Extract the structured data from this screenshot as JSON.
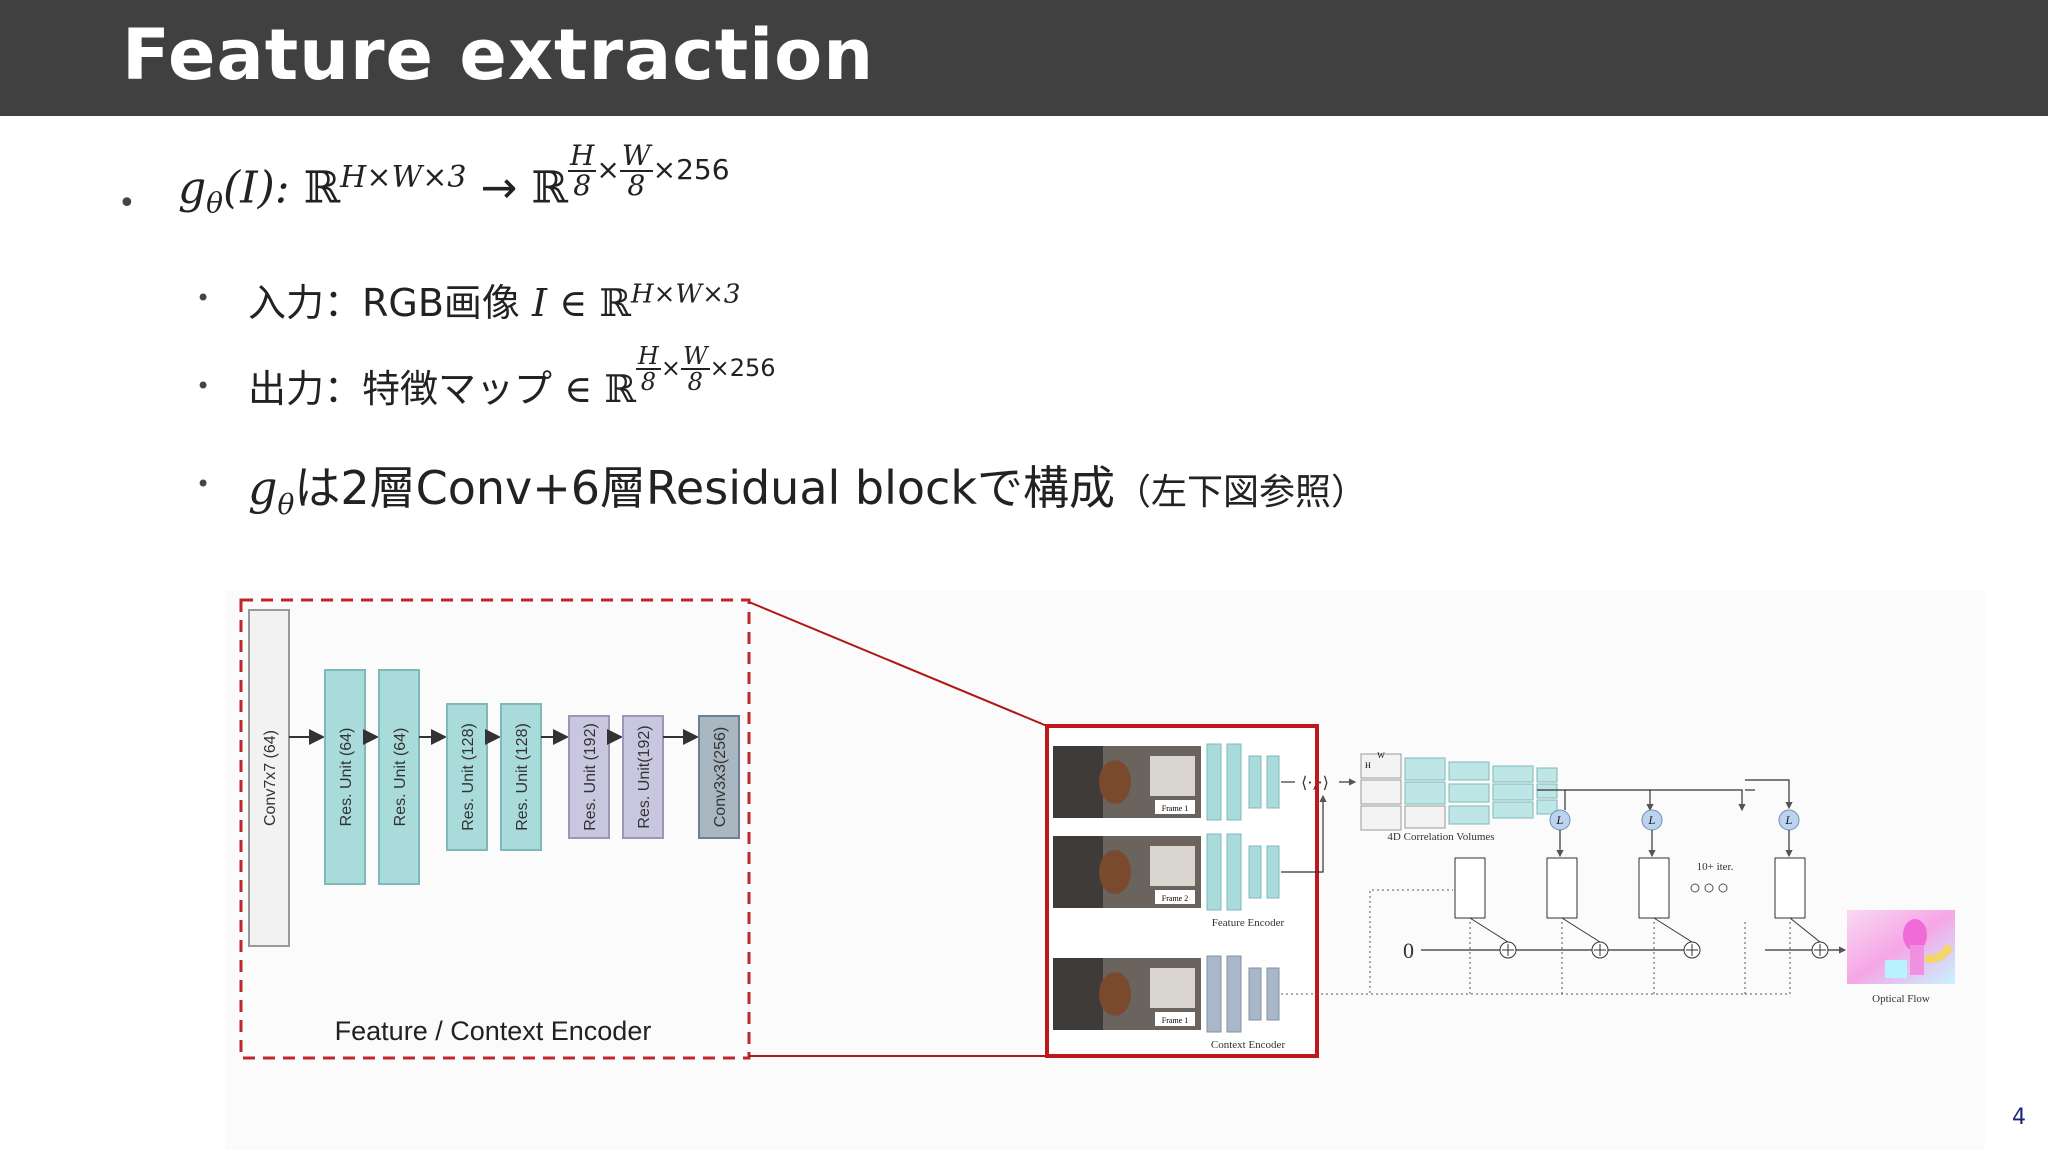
{
  "slide": {
    "title": "Feature extraction",
    "page_number": "4"
  },
  "bullets": {
    "main": {
      "fn": "g",
      "fn_sub": "θ",
      "arg": "(I):",
      "domain": "ℝ",
      "domain_sup": "H×W×3",
      "arrow": "→",
      "codomain": "ℝ",
      "frac1_num": "H",
      "frac1_den": "8",
      "times": "×",
      "frac2_num": "W",
      "frac2_den": "8",
      "tail": "×256"
    },
    "input": {
      "label": "入力：RGB画像",
      "var": "I",
      "elem": "∈ ℝ",
      "sup": "H×W×3"
    },
    "output": {
      "label": "出力：特徴マップ",
      "elem": "∈ ℝ",
      "frac1_num": "H",
      "frac1_den": "8",
      "times": "×",
      "frac2_num": "W",
      "frac2_den": "8",
      "tail": "×256"
    },
    "composition": {
      "fn": "g",
      "fn_sub": "θ",
      "text": "は2層Conv+6層Residual blockで構成",
      "note": "（左下図参照）"
    }
  },
  "encoder_diagram": {
    "caption": "Feature / Context Encoder",
    "layers": [
      {
        "label": "Conv7x7 (64)",
        "color": "#f2f2f2"
      },
      {
        "label": "Res. Unit (64)",
        "color": "#a9dbdb"
      },
      {
        "label": "Res. Unit (64)",
        "color": "#a9dbdb"
      },
      {
        "label": "Res. Unit (128)",
        "color": "#a9dbdb"
      },
      {
        "label": "Res. Unit (128)",
        "color": "#a9dbdb"
      },
      {
        "label": "Res. Unit (192)",
        "color": "#c9c7e0"
      },
      {
        "label": "Res. Unit(192)",
        "color": "#c9c7e0"
      },
      {
        "label": "Conv3x3(256)",
        "color": "#a9b7c2"
      }
    ]
  },
  "raft_diagram": {
    "frame1": "Frame 1",
    "frame2": "Frame 2",
    "frame1b": "Frame 1",
    "feature_encoder": "Feature Encoder",
    "context_encoder": "Context Encoder",
    "dot_product": "⟨·,·⟩",
    "corr_label": "4D Correlation Volumes",
    "l_label": "L",
    "iter_label": "10+ iter.",
    "zero_label": "0",
    "optical_flow": "Optical Flow",
    "w_label": "W",
    "h_label": "H"
  },
  "colors": {
    "title_bg": "#404040",
    "dashed_border": "#c0272d",
    "highlight_border": "#c0171d"
  }
}
